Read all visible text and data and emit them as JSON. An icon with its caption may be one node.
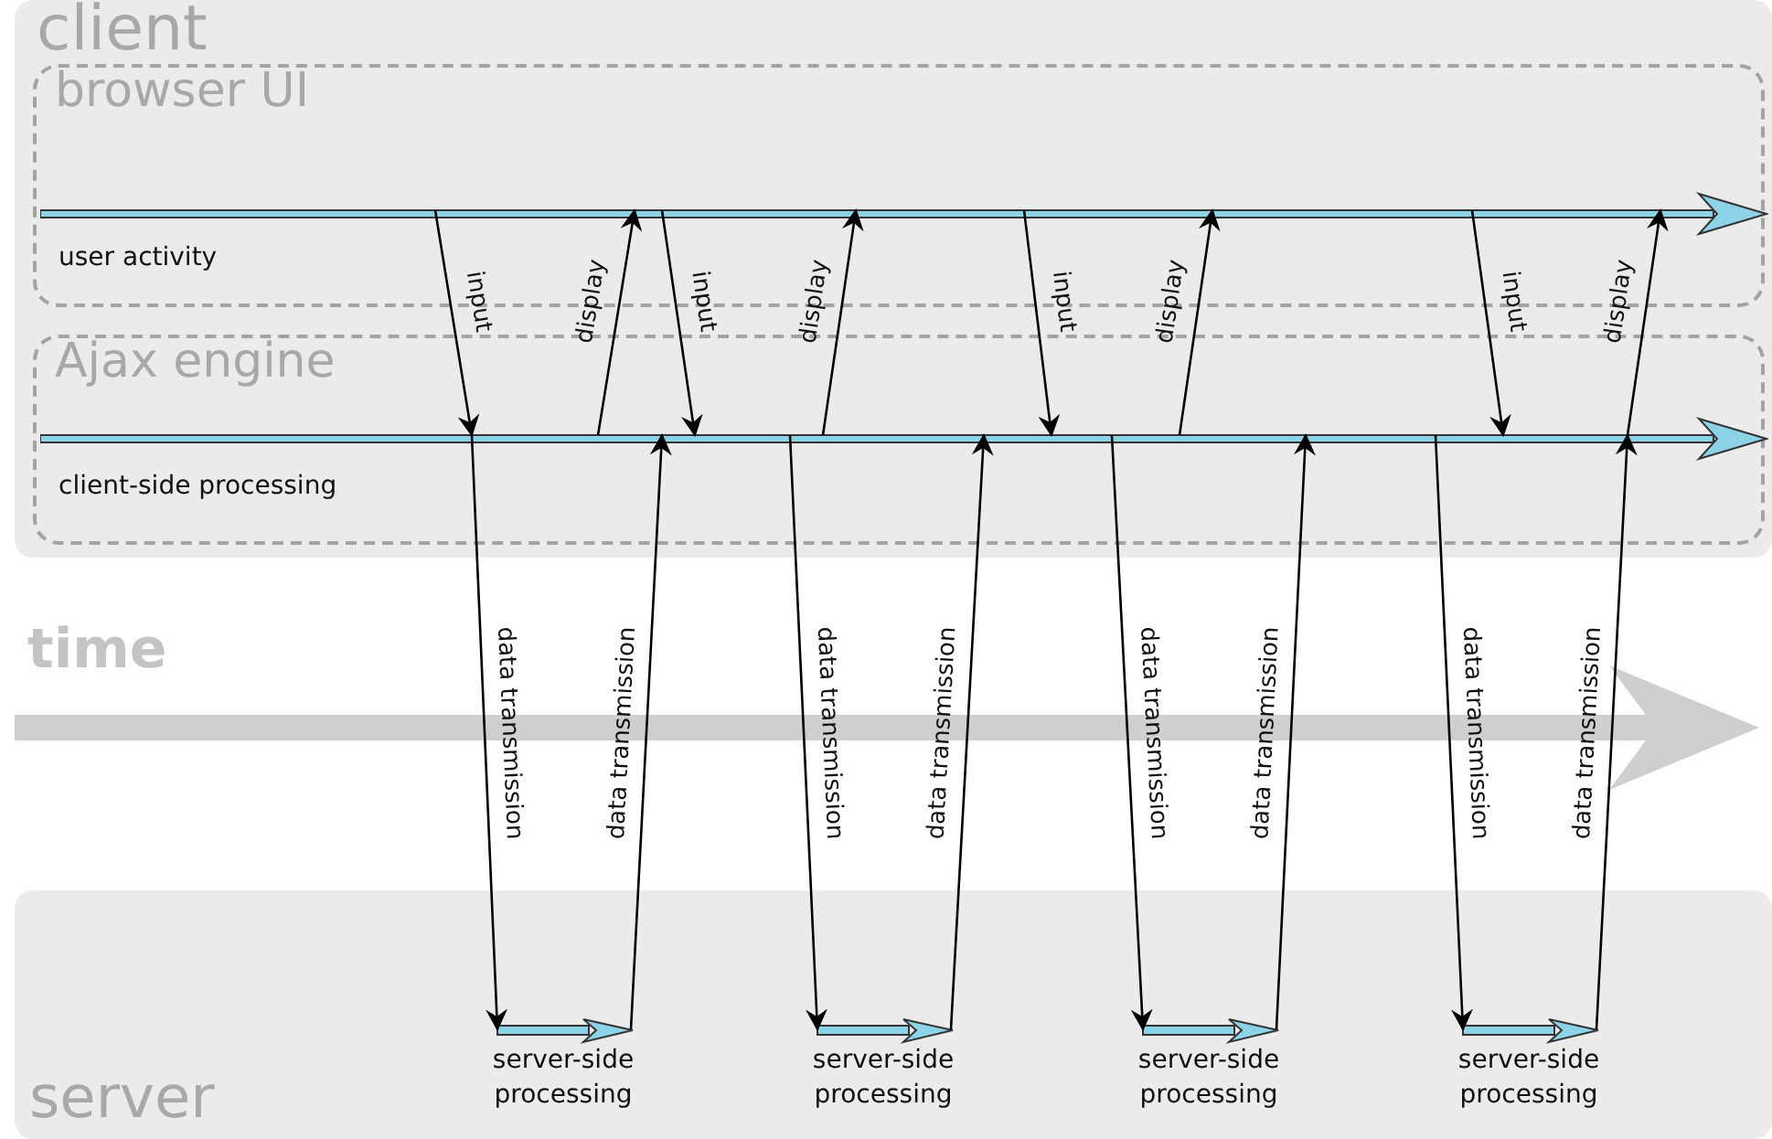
{
  "diagram": {
    "nodes": [
      {
        "text": [
          "client"
        ]
      },
      {
        "text": [
          "browser UI"
        ],
        "in": 0
      },
      {
        "text": [
          "user activity"
        ],
        "in": 1
      },
      {
        "text": [
          "Ajax engine"
        ],
        "in": 0
      },
      {
        "text": [
          "client-side processing"
        ],
        "in": 3
      },
      {
        "text": [
          "server"
        ]
      },
      {
        "text": [
          "server-side processing"
        ],
        "in": 5
      },
      {
        "text": [
          "server-side processing"
        ],
        "in": 5
      },
      {
        "text": [
          "server-side processing"
        ],
        "in": 5
      },
      {
        "text": [
          "server-side processing"
        ],
        "in": 5
      }
    ],
    "edges": [
      {
        "from": 2,
        "to": 4,
        "arrow": "to",
        "label": "input"
      },
      {
        "from": 4,
        "to": 2,
        "arrow": "to",
        "label": "display"
      },
      {
        "from": 4,
        "to": 6,
        "arrow": "to",
        "label": "data transmission"
      },
      {
        "from": 6,
        "to": 4,
        "arrow": "to",
        "label": "data transmission"
      },
      {
        "from": 2,
        "to": 4,
        "arrow": "to",
        "label": "input"
      },
      {
        "from": 4,
        "to": 2,
        "arrow": "to",
        "label": "display"
      },
      {
        "from": 4,
        "to": 7,
        "arrow": "to",
        "label": "data transmission"
      },
      {
        "from": 7,
        "to": 4,
        "arrow": "to",
        "label": "data transmission"
      },
      {
        "from": 2,
        "to": 4,
        "arrow": "to",
        "label": "input"
      },
      {
        "from": 4,
        "to": 2,
        "arrow": "to",
        "label": "display"
      },
      {
        "from": 4,
        "to": 8,
        "arrow": "to",
        "label": "data transmission"
      },
      {
        "from": 8,
        "to": 4,
        "arrow": "to",
        "label": "data transmission"
      },
      {
        "from": 2,
        "to": 4,
        "arrow": "to",
        "label": "input"
      },
      {
        "from": 4,
        "to": 2,
        "arrow": "to",
        "label": "display"
      },
      {
        "from": 4,
        "to": 9,
        "arrow": "to",
        "label": "data transmission"
      },
      {
        "from": 9,
        "to": 4,
        "arrow": "to",
        "label": "data transmission"
      }
    ],
    "labels": [
      "time"
    ]
  }
}
